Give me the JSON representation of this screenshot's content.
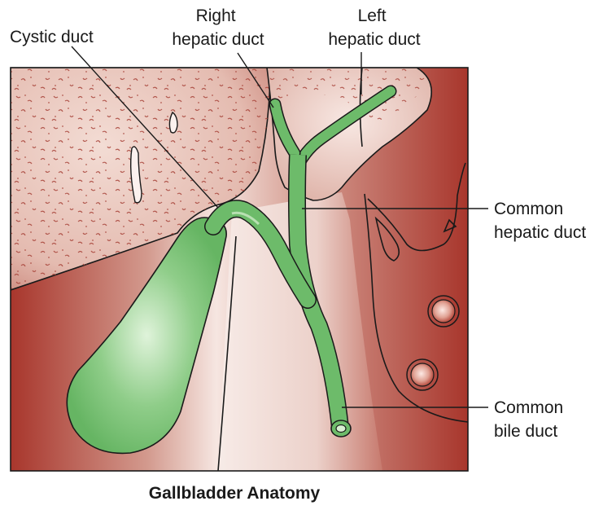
{
  "labels": {
    "cystic_duct": "Cystic duct",
    "right_hepatic_duct": [
      "Right",
      "hepatic duct"
    ],
    "left_hepatic_duct": [
      "Left",
      "hepatic duct"
    ],
    "common_hepatic_duct": [
      "Common",
      "hepatic duct"
    ],
    "common_bile_duct": [
      "Common",
      "bile duct"
    ]
  },
  "caption": "Gallbladder Anatomy",
  "colors": {
    "tissue_dark": "#a8362c",
    "tissue_light": "#f3ddd7",
    "liver_fill": "#e9c7bd",
    "liver_speckle": "#a8443a",
    "duct_green": "#6dbb6a",
    "duct_highlight": "#d8f0d2",
    "outline": "#1a1a1a"
  }
}
